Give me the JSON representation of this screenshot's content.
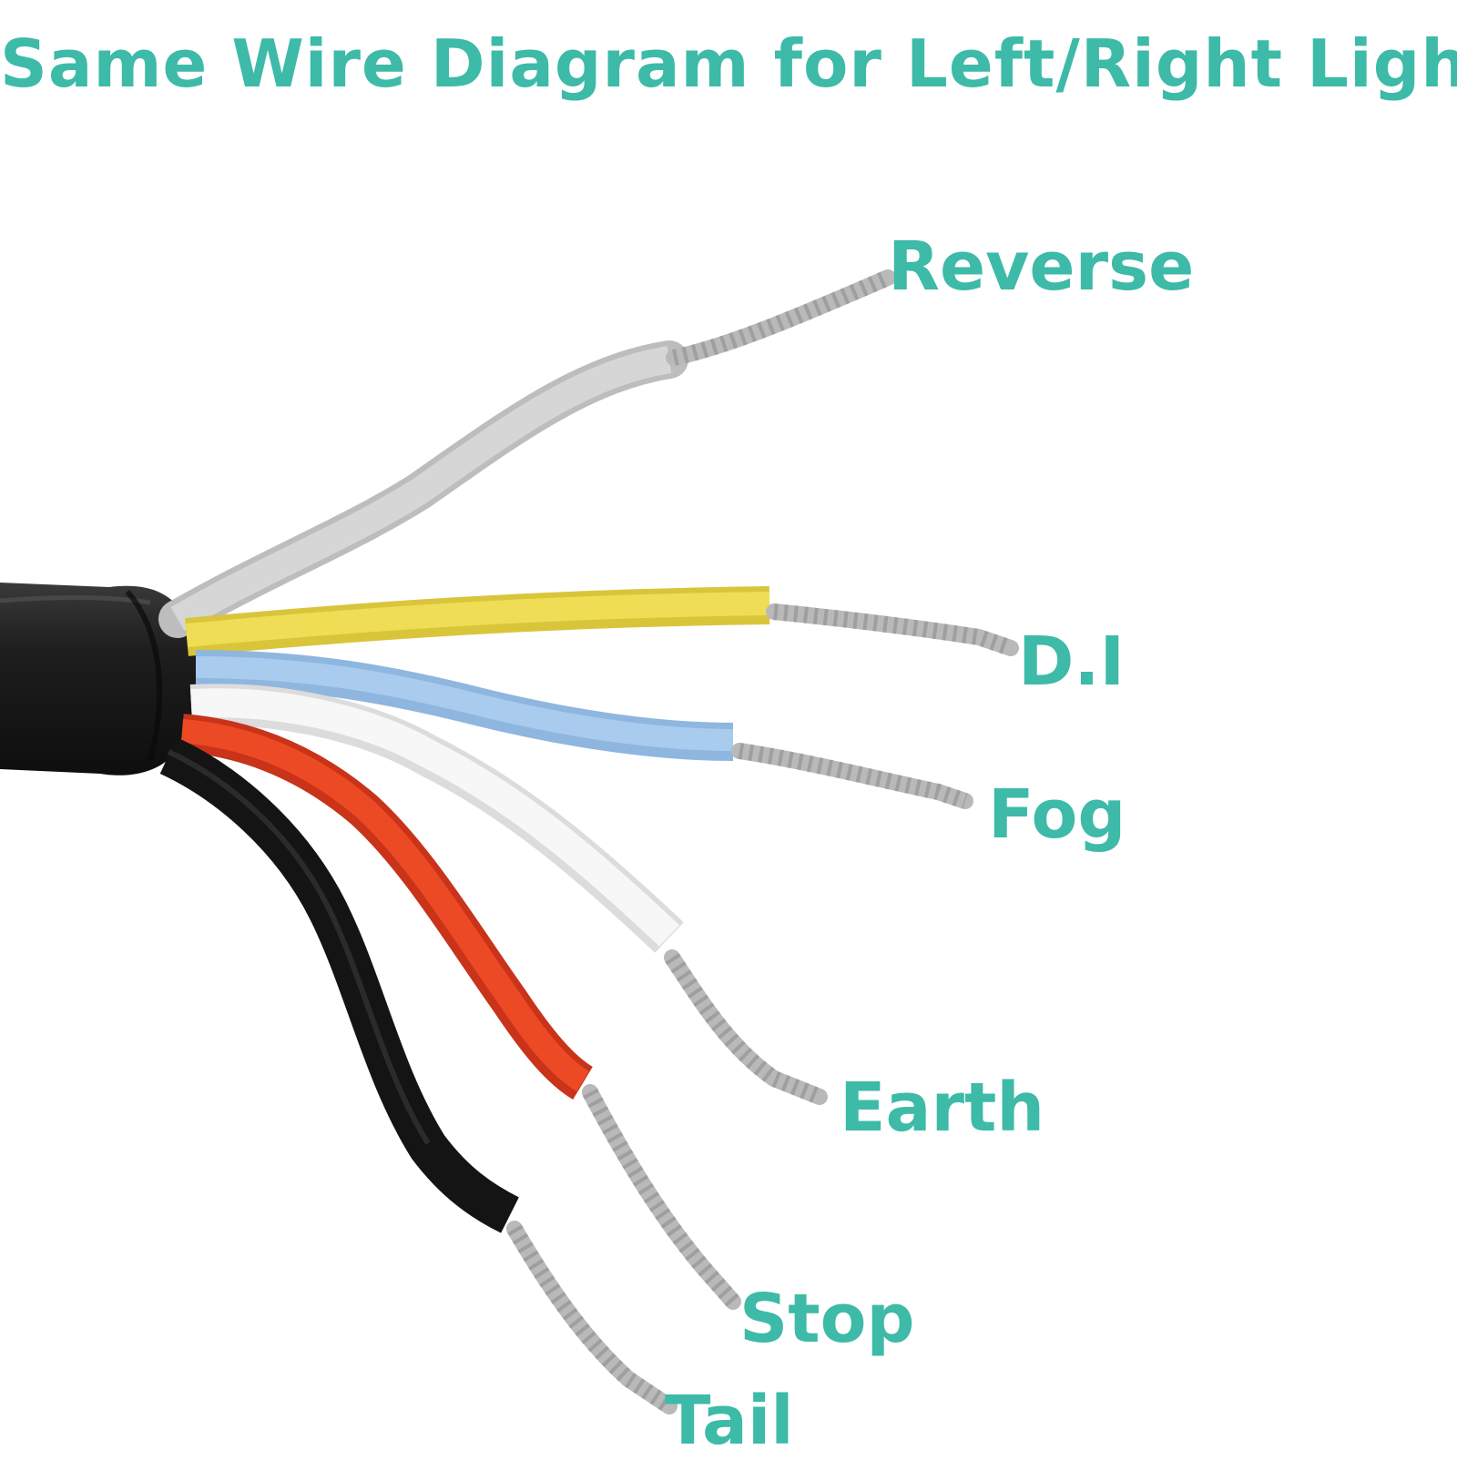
{
  "title": "Same Wire Diagram for Left/Right Light",
  "colors": {
    "accent": "#3dbaa8",
    "sheath": "#1e1e1e",
    "strand": "#b9b9b9"
  },
  "wires": [
    {
      "label": "Reverse",
      "insulation": "grey",
      "color": "#cfcfcf"
    },
    {
      "label": "D.I",
      "insulation": "yellow",
      "color": "#e8d64a"
    },
    {
      "label": "Fog",
      "insulation": "blue",
      "color": "#9ec3e6"
    },
    {
      "label": "Earth",
      "insulation": "white",
      "color": "#f3f3f3"
    },
    {
      "label": "Stop",
      "insulation": "red",
      "color": "#e8401e"
    },
    {
      "label": "Tail",
      "insulation": "black",
      "color": "#1c1c1c"
    }
  ]
}
